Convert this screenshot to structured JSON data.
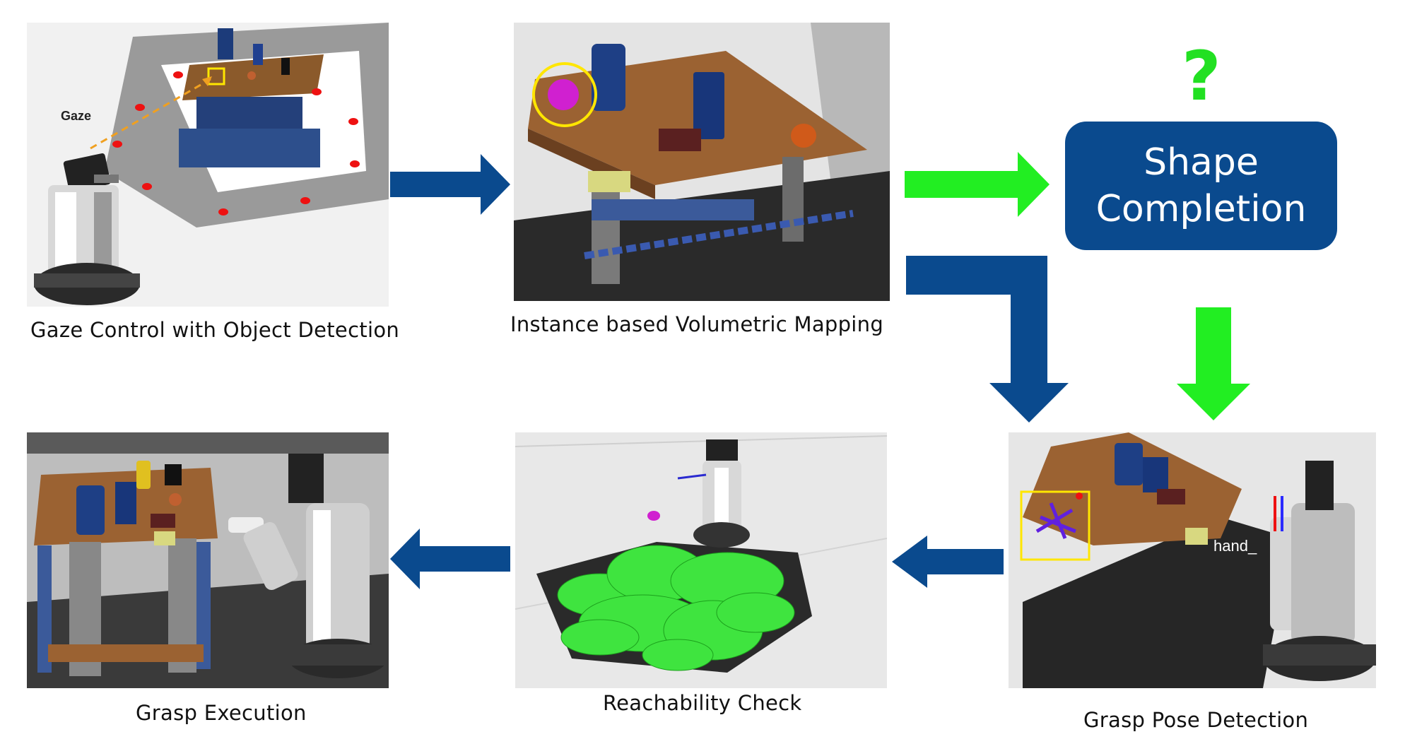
{
  "captions": {
    "gaze": "Gaze Control with Object Detection",
    "mapping": "Instance based Volumetric Mapping",
    "grasp_execution": "Grasp Execution",
    "reachability": "Reachability Check",
    "grasp_pose": "Grasp Pose Detection"
  },
  "shape_completion": {
    "line1": "Shape",
    "line2": "Completion",
    "question_mark": "?"
  },
  "labels": {
    "gaze": "Gaze",
    "hand": "hand_"
  },
  "colors": {
    "primary_arrow": "#0a4a8e",
    "proposed_arrow": "#22ee22",
    "box": "#0a4a8e",
    "question_mark": "#22e022"
  }
}
